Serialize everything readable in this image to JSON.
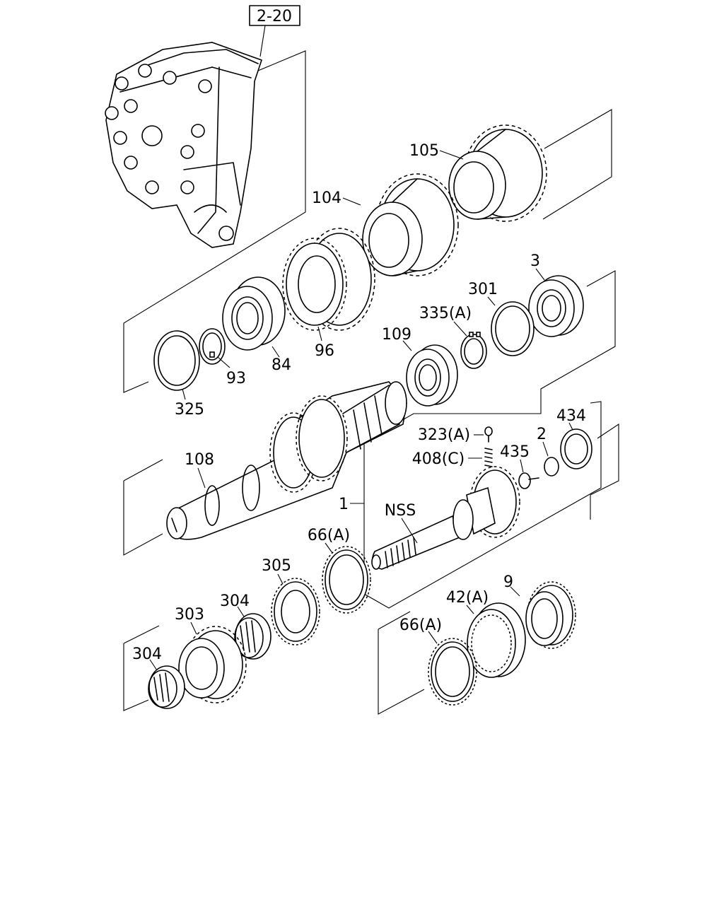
{
  "reference_box": "2-20",
  "labels": {
    "p105": "105",
    "p104": "104",
    "p3": "3",
    "p301": "301",
    "p335a": "335(A)",
    "p109": "109",
    "p96": "96",
    "p84": "84",
    "p93": "93",
    "p325": "325",
    "p434": "434",
    "p323a": "323(A)",
    "p2": "2",
    "p408c": "408(C)",
    "p435": "435",
    "p108": "108",
    "p1": "1",
    "nss": "NSS",
    "p66a_top": "66(A)",
    "p305": "305",
    "p304_right": "304",
    "p303": "303",
    "p304_left": "304",
    "p9": "9",
    "p42a": "42(A)",
    "p66a_bottom": "66(A)"
  }
}
